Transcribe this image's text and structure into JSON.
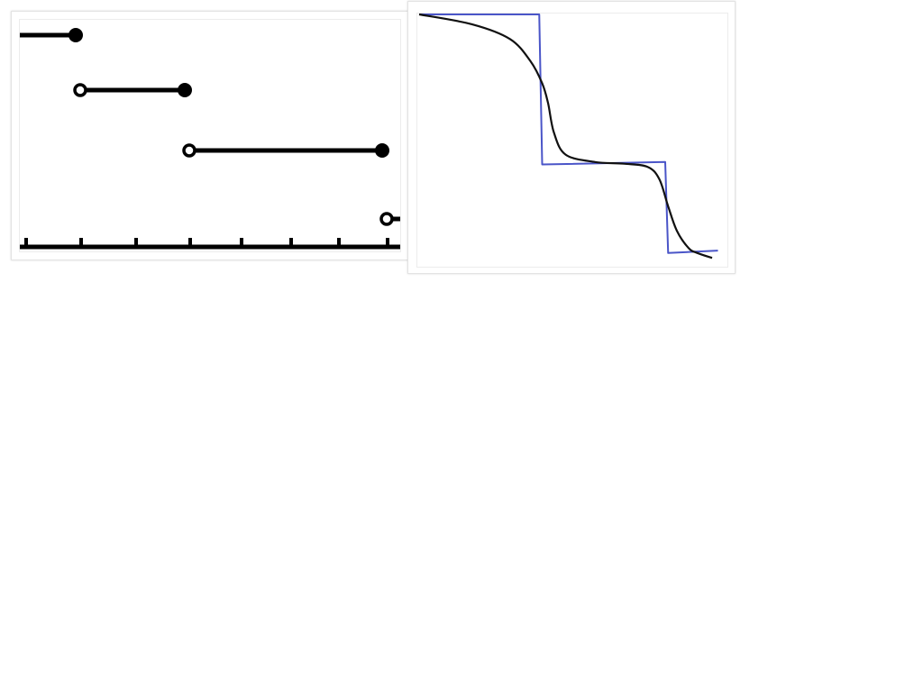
{
  "chart_data": [
    {
      "type": "line",
      "variant": "step-function",
      "title": "",
      "xlabel": "",
      "ylabel": "",
      "x_ticks": 8,
      "steps": [
        {
          "level": 4,
          "x_start": null,
          "x_end": 1,
          "start_closed": null,
          "end_closed": true
        },
        {
          "level": 3,
          "x_start": 1,
          "x_end": 3,
          "start_closed": false,
          "end_closed": true
        },
        {
          "level": 2,
          "x_start": 3,
          "x_end": 7,
          "start_closed": false,
          "end_closed": true
        },
        {
          "level": 1,
          "x_start": 7,
          "x_end": null,
          "start_closed": false,
          "end_closed": null
        }
      ],
      "colors": {
        "line": "#000000",
        "axis": "#000000"
      }
    },
    {
      "type": "line",
      "title": "",
      "xlabel": "",
      "ylabel": "",
      "xlim": [
        0,
        1
      ],
      "ylim": [
        0,
        1
      ],
      "series": [
        {
          "style": "step",
          "color": "#4a55c8",
          "x": [
            0.0,
            0.41,
            0.42,
            0.84,
            0.85,
            1.02
          ],
          "y": [
            1.0,
            1.0,
            0.39,
            0.4,
            0.03,
            0.04
          ]
        },
        {
          "style": "smooth",
          "color": "#111111",
          "x": [
            0.0,
            0.18,
            0.31,
            0.38,
            0.42,
            0.44,
            0.46,
            0.5,
            0.6,
            0.7,
            0.78,
            0.82,
            0.85,
            0.88,
            0.92,
            0.95,
            1.0
          ],
          "y": [
            1.0,
            0.96,
            0.9,
            0.81,
            0.72,
            0.64,
            0.52,
            0.43,
            0.4,
            0.393,
            0.38,
            0.33,
            0.22,
            0.12,
            0.05,
            0.03,
            0.01
          ]
        }
      ]
    }
  ]
}
